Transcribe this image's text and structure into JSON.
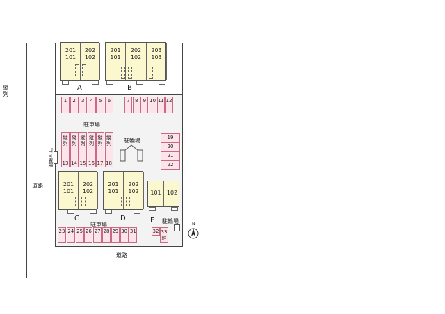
{
  "roads": {
    "left_label": "縦列",
    "west_road": "道路",
    "south_road": "道路"
  },
  "buildings": {
    "A": {
      "label": "A",
      "units": [
        {
          "upper": "201",
          "lower": "101"
        },
        {
          "upper": "202",
          "lower": "102"
        }
      ]
    },
    "B": {
      "label": "B",
      "units": [
        {
          "upper": "201",
          "lower": "101"
        },
        {
          "upper": "202",
          "lower": "102"
        },
        {
          "upper": "203",
          "lower": "103"
        }
      ]
    },
    "C": {
      "label": "C",
      "units": [
        {
          "upper": "201",
          "lower": "101"
        },
        {
          "upper": "202",
          "lower": "102"
        }
      ]
    },
    "D": {
      "label": "D",
      "units": [
        {
          "upper": "201",
          "lower": "101"
        },
        {
          "upper": "202",
          "lower": "102"
        }
      ]
    },
    "E": {
      "label": "E",
      "units": [
        {
          "lower": "101"
        },
        {
          "lower": "102"
        }
      ]
    }
  },
  "parking": {
    "label_north": "駐車場",
    "label_south": "駐車場",
    "row_top_left": [
      "1",
      "2",
      "3",
      "4",
      "5",
      "6"
    ],
    "row_top_right": [
      "7",
      "8",
      "9",
      "10",
      "11",
      "12"
    ],
    "tandem": [
      {
        "type": "縦列",
        "num": "13"
      },
      {
        "type": "縦列",
        "num": "14"
      },
      {
        "type": "縦列",
        "num": "15"
      },
      {
        "type": "縦列",
        "num": "16"
      },
      {
        "type": "縦列",
        "num": "17"
      },
      {
        "type": "縦列",
        "num": "18"
      }
    ],
    "east_column": [
      "19",
      "20",
      "21",
      "22"
    ],
    "row_bottom": [
      "23",
      "24",
      "25",
      "26",
      "27",
      "28",
      "29",
      "30",
      "31"
    ],
    "slot_32": "32",
    "slot_33": {
      "num": "33",
      "type": "軽"
    }
  },
  "bicycle_parking": {
    "center_label": "駐輪場",
    "east_label": "駐輪場"
  },
  "trash": {
    "label": "ゴミ置場"
  },
  "compass": {
    "label": "N"
  },
  "colors": {
    "building": "#fbf7cf",
    "parking": "#fde3ea",
    "parking_border": "#c86a84"
  }
}
